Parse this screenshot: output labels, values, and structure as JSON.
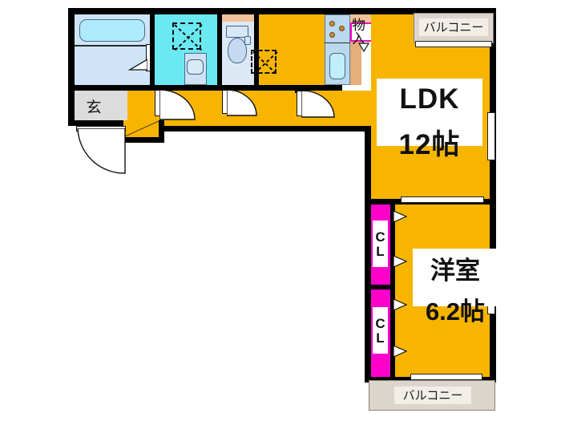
{
  "plan": {
    "type": "japanese-floor-plan",
    "title": "間取り図",
    "rooms": [
      {
        "id": "ldk",
        "name_line1": "LDK",
        "name_line2": "12帖",
        "area_jo": 12,
        "fill": "#F7B500"
      },
      {
        "id": "washitsu",
        "name_line1": "洋室",
        "name_line2": "6.2帖",
        "area_jo": 6.2,
        "fill": "#F7B500"
      }
    ],
    "labels": {
      "ldk_name": "LDK",
      "ldk_size": "12帖",
      "bedroom_name": "洋室",
      "bedroom_size": "6.2帖",
      "closet_upper": "CL",
      "closet_lower": "CL",
      "storage": "物入",
      "entrance": "玄",
      "balcony_top": "バルコニー",
      "balcony_bottom": "バルコニー"
    },
    "colors": {
      "floor_orange": "#F7B500",
      "wet_cyan": "#6BE9F2",
      "closet_magenta": "#FF00CC",
      "balcony_beige": "#DCD5CC",
      "genkan_gray": "#DCDCDC",
      "bath_lightblue": "#CFE5F7",
      "wall_black": "#000000",
      "counter_peach": "#F2C39A",
      "wood_brown": "#E5AE7A",
      "background": "#FFFFFF"
    },
    "fixtures": [
      {
        "name": "bathtub",
        "icon": "tub-icon"
      },
      {
        "name": "washstand",
        "icon": "lavatory-icon"
      },
      {
        "name": "toilet",
        "icon": "toilet-icon"
      },
      {
        "name": "kitchen-sink",
        "icon": "sink-icon"
      },
      {
        "name": "gas-stove",
        "icon": "stove-icon",
        "burners": 3
      },
      {
        "name": "entrance-door",
        "icon": "door-swing-icon"
      },
      {
        "name": "ceiling-hatch",
        "icon": "dashed-cross-icon"
      }
    ]
  }
}
